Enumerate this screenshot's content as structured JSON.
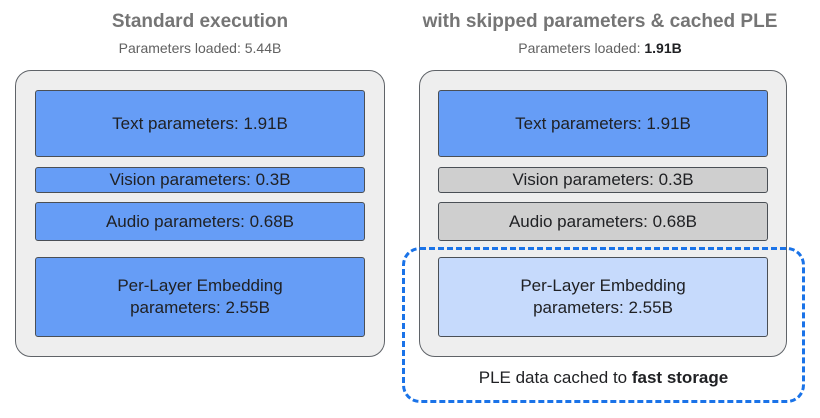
{
  "left": {
    "title": "Standard execution",
    "subtitle_prefix": "Parameters loaded: ",
    "subtitle_value": "5.44B",
    "blocks": {
      "text": "Text parameters: 1.91B",
      "vision": "Vision parameters: 0.3B",
      "audio": "Audio parameters: 0.68B",
      "ple_line1": "Per-Layer Embedding",
      "ple_line2": "parameters: 2.55B"
    }
  },
  "right": {
    "title": "with skipped parameters & cached PLE",
    "subtitle_prefix": "Parameters loaded: ",
    "subtitle_value": "1.91B",
    "blocks": {
      "text": "Text parameters: 1.91B",
      "vision": "Vision parameters: 0.3B",
      "audio": "Audio parameters: 0.68B",
      "ple_line1": "Per-Layer Embedding",
      "ple_line2": "parameters: 2.55B"
    },
    "caption_prefix": "PLE data cached to ",
    "caption_bold": "fast storage"
  },
  "colors": {
    "loaded": "#669df6",
    "skipped": "#cfcfcf",
    "cached": "#c6dafc",
    "cache_outline": "#1a73e8",
    "panel": "#eeeeee"
  }
}
